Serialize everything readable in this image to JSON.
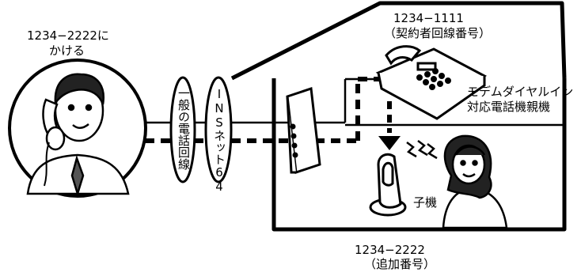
{
  "caller": {
    "number_line": "1234−2222に",
    "action_line": "かける"
  },
  "main_phone": {
    "number": "1234−1111",
    "desc": "（契約者回線番号）"
  },
  "base_unit": {
    "line1": "モデムダイヤルイン",
    "line2": "対応電話機親機"
  },
  "handset": {
    "label": "子機",
    "number": "1234−2222",
    "desc": "（追加番号）"
  },
  "networks": {
    "general_line": "一般の電話回線",
    "isdn_line": "INSネット64"
  }
}
